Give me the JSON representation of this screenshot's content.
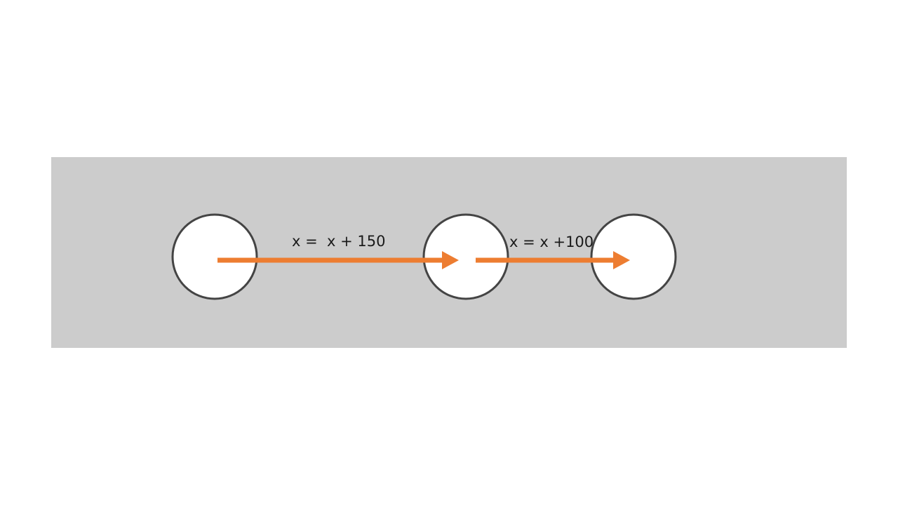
{
  "colors": {
    "page_background": "#ffffff",
    "panel_fill": "#cccccc",
    "circle_fill": "#ffffff",
    "circle_stroke": "#444444",
    "arrow_color": "#ed7d31",
    "text_color": "#1a1a1a"
  },
  "circles": [
    {
      "id": "start"
    },
    {
      "id": "middle"
    },
    {
      "id": "end"
    }
  ],
  "arrows": [
    {
      "from": "start",
      "to": "middle",
      "label": "x =  x + 150"
    },
    {
      "from": "middle",
      "to": "end",
      "label": "x = x +100"
    }
  ]
}
